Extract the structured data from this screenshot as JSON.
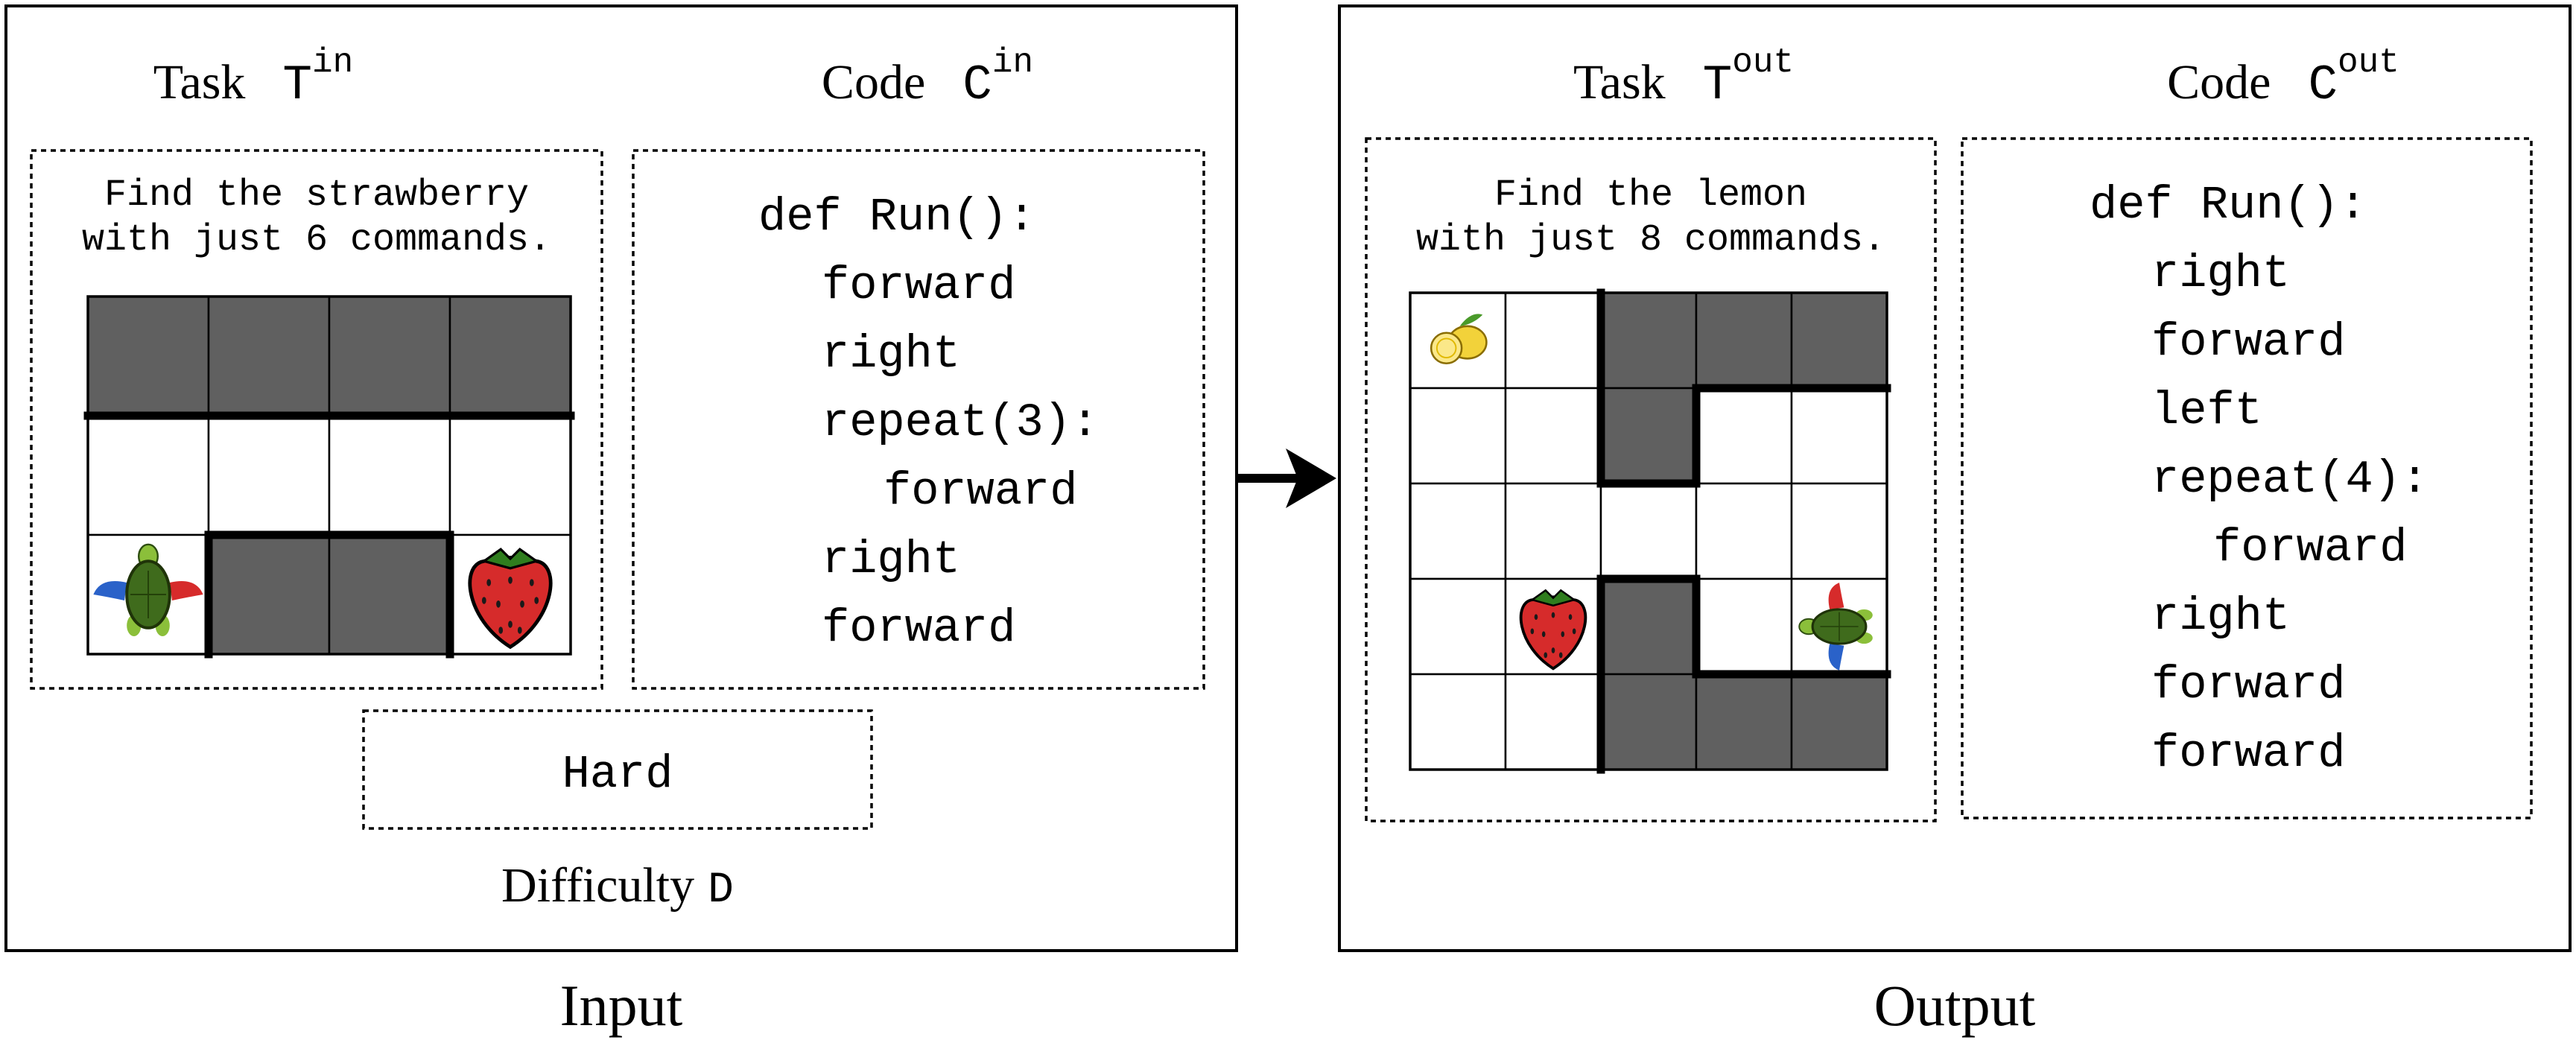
{
  "input_panel": {
    "caption": "Input",
    "task_heading": {
      "word": "Task",
      "symbol": "T",
      "sup": "in"
    },
    "code_heading": {
      "word": "Code",
      "symbol": "C",
      "sup": "in"
    },
    "task_text": [
      "Find the strawberry",
      "with just 6 commands."
    ],
    "code_lines": [
      "def Run():",
      "forward",
      "right",
      "repeat(3):",
      "forward",
      "right",
      "forward"
    ],
    "difficulty_value": "Hard",
    "difficulty_label": {
      "word": "Difficulty",
      "symbol": "D"
    },
    "grid": {
      "rows": 3,
      "cols": 4,
      "cells": [
        [
          "wall",
          "wall",
          "wall",
          "wall"
        ],
        [
          "free",
          "free",
          "free",
          "free"
        ],
        [
          "free",
          "wall",
          "wall",
          "free"
        ]
      ],
      "avatar": {
        "row": 2,
        "col": 0,
        "icon": "turtle-icon",
        "facing": "up"
      },
      "goal": {
        "row": 2,
        "col": 3,
        "icon": "strawberry-icon"
      }
    }
  },
  "output_panel": {
    "caption": "Output",
    "task_heading": {
      "word": "Task",
      "symbol": "T",
      "sup": "out"
    },
    "code_heading": {
      "word": "Code",
      "symbol": "C",
      "sup": "out"
    },
    "task_text": [
      "Find the lemon",
      "with just 8 commands."
    ],
    "code_lines": [
      "def Run():",
      "right",
      "forward",
      "left",
      "repeat(4):",
      "forward",
      "right",
      "forward",
      "forward"
    ],
    "grid": {
      "rows": 5,
      "cols": 5,
      "cells": [
        [
          "free",
          "free",
          "wall",
          "wall",
          "wall"
        ],
        [
          "free",
          "free",
          "wall",
          "free",
          "free"
        ],
        [
          "free",
          "free",
          "free",
          "free",
          "free"
        ],
        [
          "free",
          "free",
          "wall",
          "free",
          "free"
        ],
        [
          "free",
          "free",
          "wall",
          "wall",
          "wall"
        ]
      ],
      "avatar": {
        "row": 3,
        "col": 4,
        "icon": "turtle-icon",
        "facing": "left"
      },
      "goal": {
        "row": 0,
        "col": 0,
        "icon": "lemon-icon"
      },
      "distractor": {
        "row": 3,
        "col": 1,
        "icon": "strawberry-icon"
      }
    }
  },
  "colors": {
    "wall": "#606060",
    "line": "#000000",
    "strawberry": "#d62b2b",
    "lemon": "#f2d23a",
    "turtle_shell": "#3f6b1c"
  }
}
